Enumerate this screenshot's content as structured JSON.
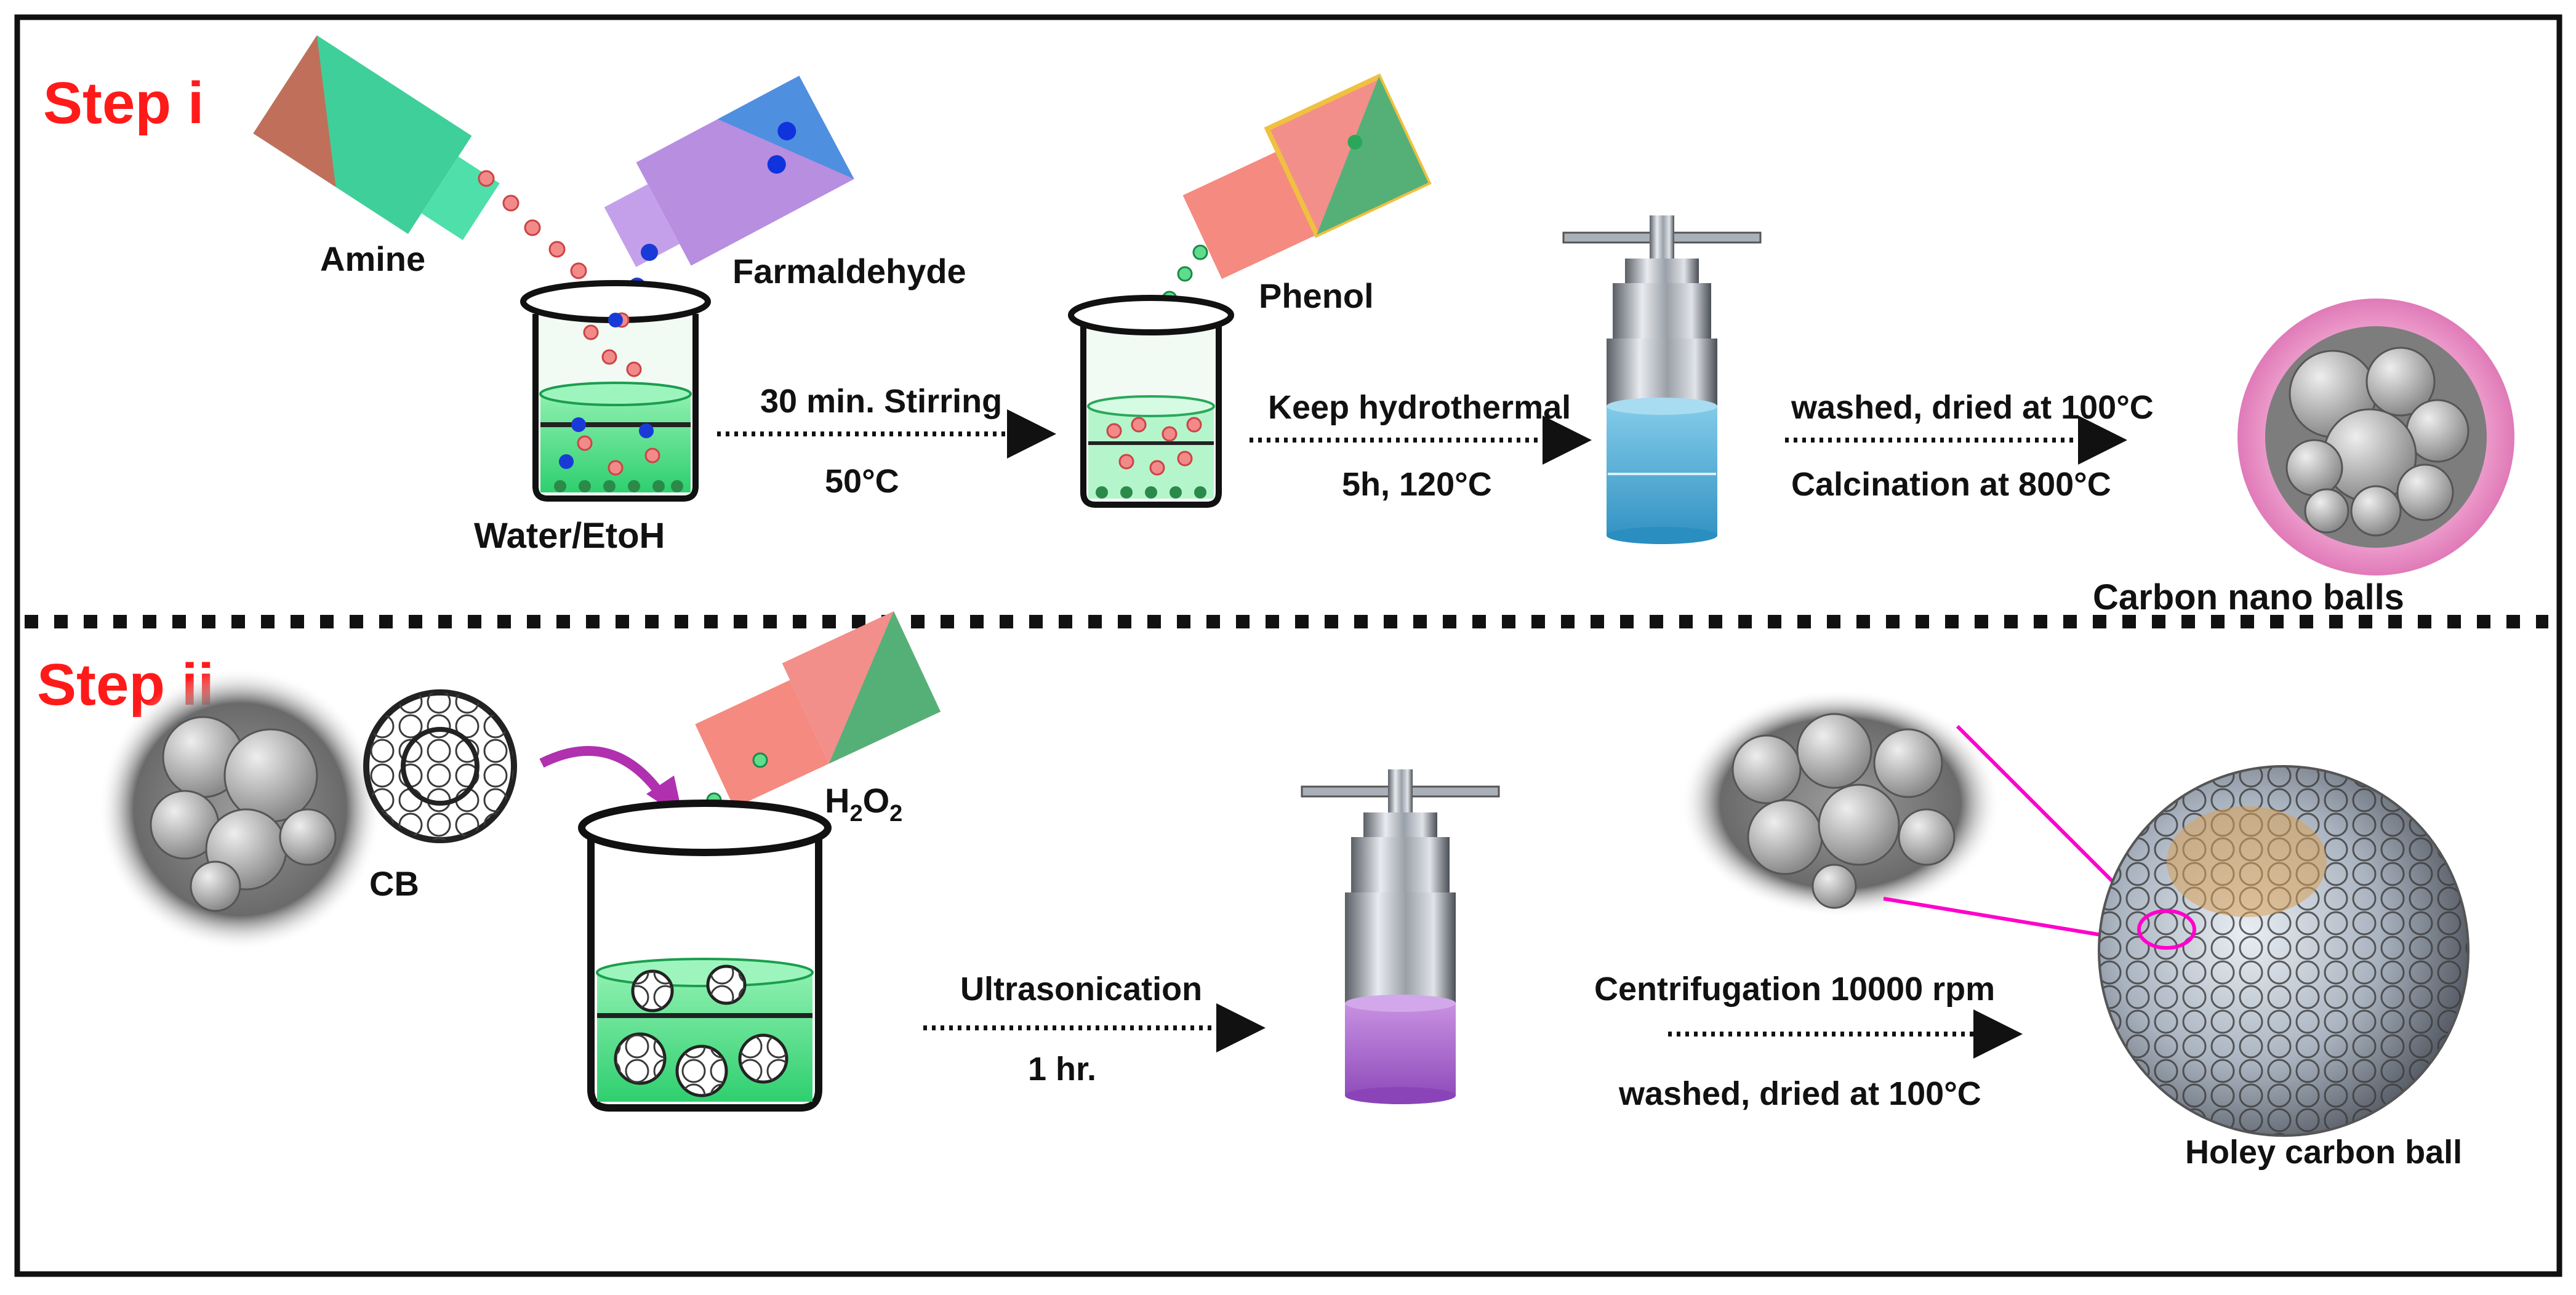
{
  "colors": {
    "step_red": "#ff1a1a",
    "frame": "#111111",
    "solution_green": "#33dd77",
    "autoclave_blue": "#3aa6d0",
    "autoclave_purple": "#a055c8",
    "pink_halo": "#f0a0d0",
    "magenta_line": "#ff00cc",
    "arrow_purple": "#b030b0"
  },
  "step1": {
    "title": "Step i",
    "reagents": {
      "amine": "Amine",
      "formaldehyde": "Farmaldehyde",
      "phenol": "Phenol",
      "solvent": "Water/EtoH"
    },
    "arrows": [
      {
        "top": "30 min. Stirring",
        "bottom": "50°C"
      },
      {
        "top": "Keep hydrothermal",
        "bottom": "5h, 120°C"
      },
      {
        "top": "washed, dried at 100°C",
        "bottom": "Calcination at 800°C"
      }
    ],
    "product": "Carbon nano balls"
  },
  "step2": {
    "title": "Step ii",
    "reagents": {
      "cb": "CB",
      "h2o2_main": "H",
      "h2o2_sub1": "2",
      "h2o2_mid": "O",
      "h2o2_sub2": "2"
    },
    "arrows": [
      {
        "top": "Ultrasonication",
        "bottom": "1 hr."
      },
      {
        "top": "Centrifugation 10000 rpm",
        "bottom": "washed, dried at 100°C"
      }
    ],
    "product": "Holey carbon ball"
  }
}
